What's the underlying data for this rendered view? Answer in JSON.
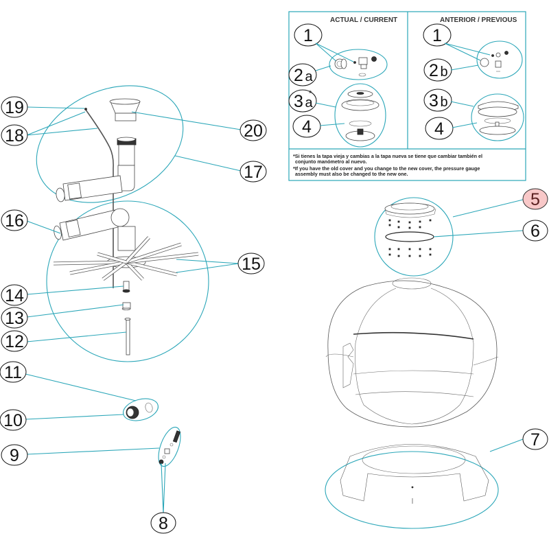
{
  "diagram": {
    "title": "Sand filter exploded parts diagram",
    "colors": {
      "leader": "#2aa6b8",
      "callout_border": "#111111",
      "highlight_fill": "#f8c8c8",
      "highlight_text": "#5a2020"
    },
    "callouts": [
      {
        "id": "1",
        "label": "1"
      },
      {
        "id": "2a",
        "label": "2",
        "suffix": "a"
      },
      {
        "id": "3a",
        "label": "3",
        "suffix": "a",
        "mark": "*"
      },
      {
        "id": "4",
        "label": "4"
      },
      {
        "id": "5",
        "label": "5",
        "highlighted": true
      },
      {
        "id": "6",
        "label": "6"
      },
      {
        "id": "7",
        "label": "7"
      },
      {
        "id": "8",
        "label": "8"
      },
      {
        "id": "9",
        "label": "9"
      },
      {
        "id": "10",
        "label": "10"
      },
      {
        "id": "11",
        "label": "11"
      },
      {
        "id": "12",
        "label": "12"
      },
      {
        "id": "13",
        "label": "13"
      },
      {
        "id": "14",
        "label": "14"
      },
      {
        "id": "15",
        "label": "15"
      },
      {
        "id": "16",
        "label": "16"
      },
      {
        "id": "17",
        "label": "17"
      },
      {
        "id": "18",
        "label": "18"
      },
      {
        "id": "19",
        "label": "19"
      },
      {
        "id": "20",
        "label": "20"
      }
    ],
    "inset": {
      "current_header": "ACTUAL / CURRENT",
      "previous_header": "ANTERIOR / PREVIOUS",
      "current_callouts": {
        "c1": "1",
        "c2": "2",
        "c2_suffix": "a",
        "c3": "3",
        "c3_suffix": "a",
        "c3_mark": "*",
        "c4": "4"
      },
      "previous_callouts": {
        "c1": "1",
        "c2": "2",
        "c2_suffix": "b",
        "c3": "3",
        "c3_suffix": "b",
        "c4": "4"
      },
      "note_es_line1": "*Si tienes la tapa vieja y cambias a la tapa nueva se tiene que cambiar también el",
      "note_es_line2": "conjunto manómetro al nuevo.",
      "note_en_line1": "*If you have the old cover and you change to the new cover, the pressure gauge",
      "note_en_line2": "assembly must also be changed to the new one."
    }
  }
}
